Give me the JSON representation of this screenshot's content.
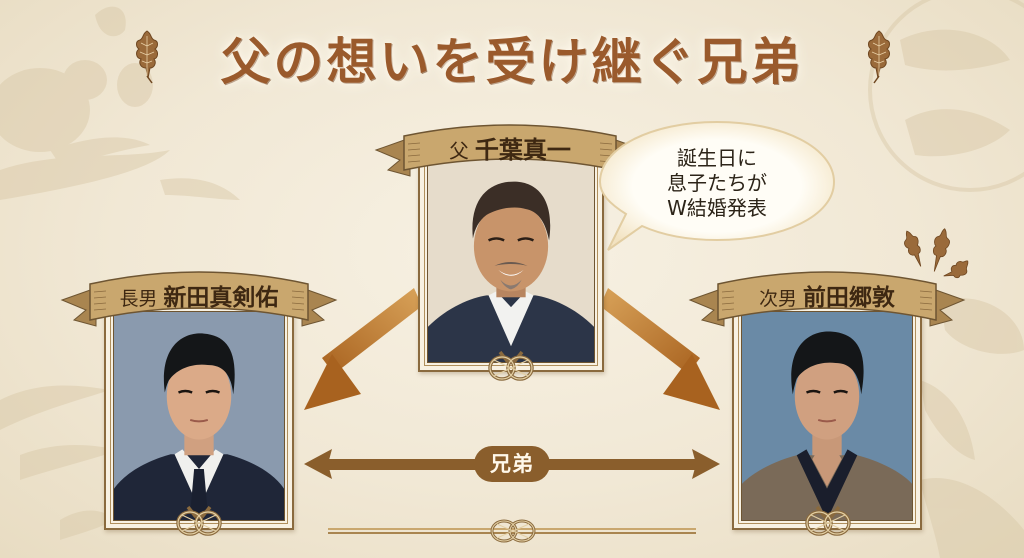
{
  "title": "父の想いを受け継ぐ兄弟",
  "father": {
    "role": "父",
    "name": "千葉真一"
  },
  "speech_bubble": {
    "lines": [
      "誕生日に",
      "息子たちが",
      "W結婚発表"
    ]
  },
  "eldest_son": {
    "role": "長男",
    "name": "新田真剣佑"
  },
  "second_son": {
    "role": "次男",
    "name": "前田郷敦"
  },
  "relation_label": "兄弟",
  "icons": {
    "title_left": "oak-leaf-icon",
    "title_right": "oak-leaf-icon",
    "frame_bottom": "mizuhiki-knot-icon"
  },
  "colors": {
    "background": "#f1e8d5",
    "title": "#9a5a2c",
    "ribbon": "#c9a76e",
    "ribbon_dark": "#8a6a3e",
    "arrow": "#b4742e",
    "pill": "#8a5e2c",
    "eldest_photo_bg": "#8a9aae",
    "second_photo_bg": "#6a8aa6",
    "father_photo_bg": "#e6dccb"
  }
}
